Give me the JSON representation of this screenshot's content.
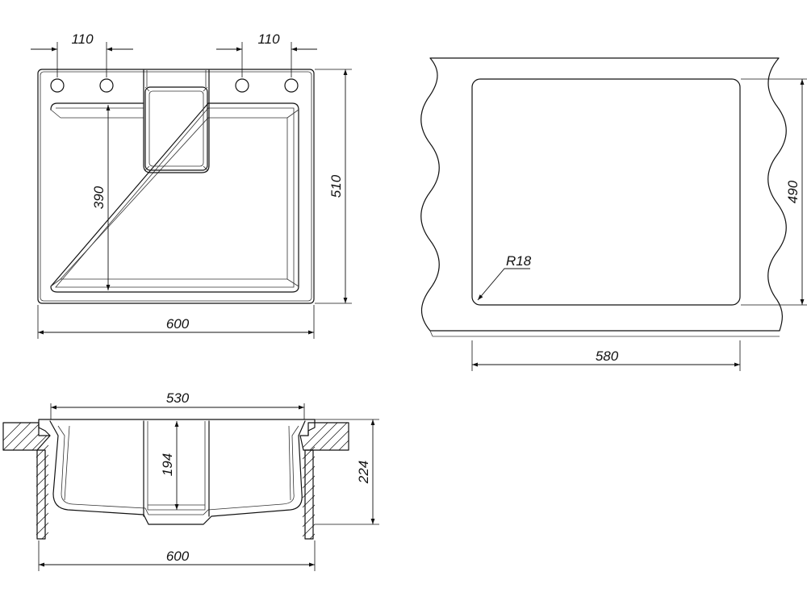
{
  "views": {
    "top": {
      "hole_spacing_left": "110",
      "hole_spacing_right": "110",
      "bowl_depth": "390",
      "overall_depth": "510",
      "overall_width": "600"
    },
    "cutout": {
      "corner_radius": "R18",
      "cutout_depth": "490",
      "cutout_width": "580"
    },
    "section": {
      "inner_width": "530",
      "shelf_height": "194",
      "total_height": "224",
      "overall_width": "600"
    }
  }
}
